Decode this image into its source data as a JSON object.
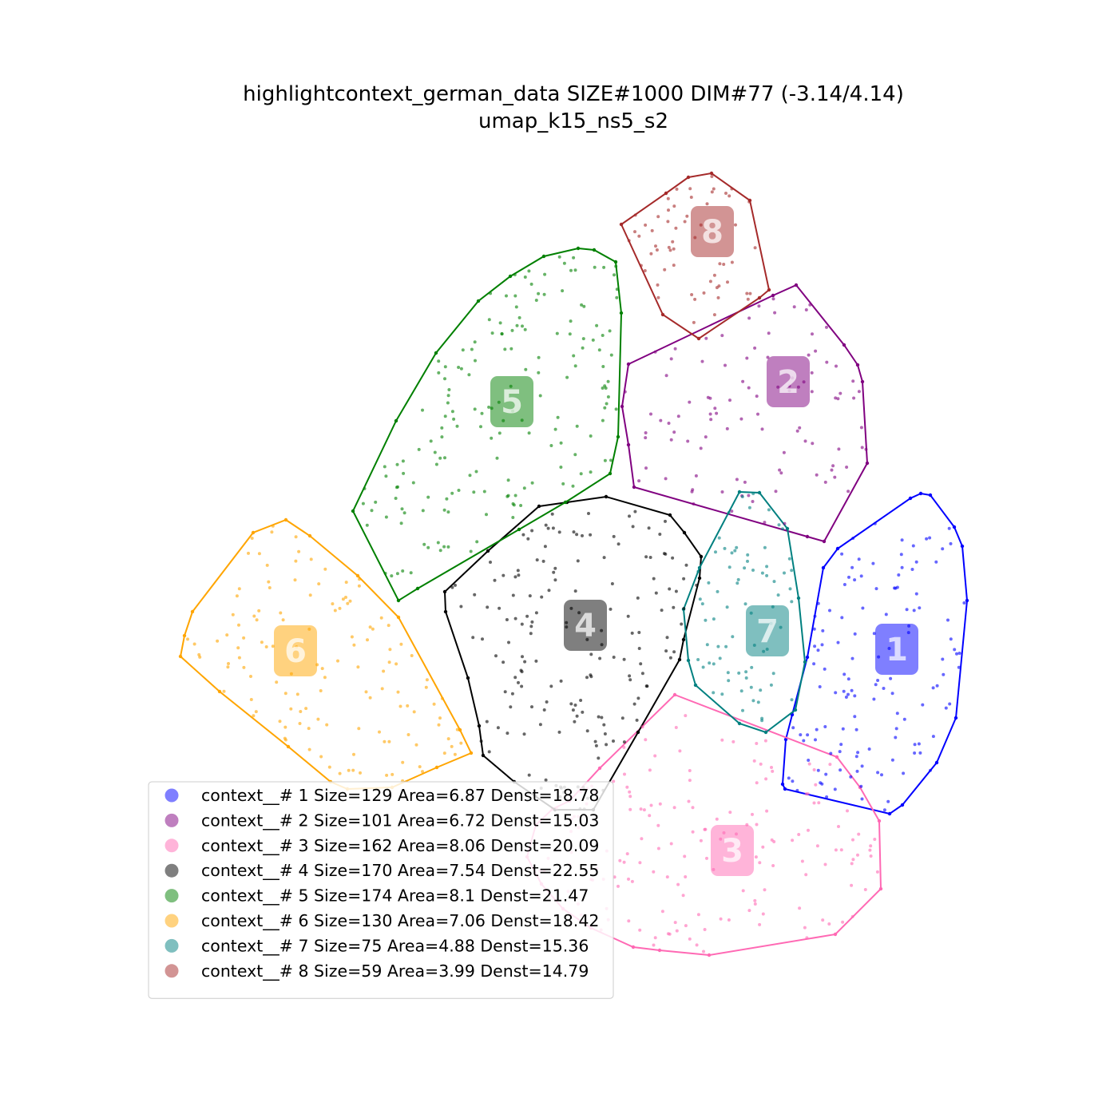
{
  "title": {
    "line1": "highlightcontext_german_data SIZE#1000 DIM#77 (-3.14/4.14)",
    "line2": "umap_k15_ns5_s2"
  },
  "chart_data": {
    "type": "scatter",
    "axes_visible": false,
    "grid": false,
    "legend_position": "lower-left",
    "clusters": [
      {
        "id": 1,
        "label": "1",
        "color": "#0000ff",
        "legend": "context__# 1 Size=129 Area=6.87 Denst=18.78",
        "size": 129,
        "area": 6.87,
        "density": 18.78
      },
      {
        "id": 2,
        "label": "2",
        "color": "#800080",
        "legend": "context__# 2 Size=101 Area=6.72 Denst=15.03",
        "size": 101,
        "area": 6.72,
        "density": 15.03
      },
      {
        "id": 3,
        "label": "3",
        "color": "#ff69b4",
        "legend": "context__# 3 Size=162 Area=8.06 Denst=20.09",
        "size": 162,
        "area": 8.06,
        "density": 20.09
      },
      {
        "id": 4,
        "label": "4",
        "color": "#000000",
        "legend": "context__# 4 Size=170 Area=7.54 Denst=22.55",
        "size": 170,
        "area": 7.54,
        "density": 22.55
      },
      {
        "id": 5,
        "label": "5",
        "color": "#008000",
        "legend": "context__# 5 Size=174 Area=8.1 Denst=21.47",
        "size": 174,
        "area": 8.1,
        "density": 21.47
      },
      {
        "id": 6,
        "label": "6",
        "color": "#ffa500",
        "legend": "context__# 6 Size=130 Area=7.06 Denst=18.42",
        "size": 130,
        "area": 7.06,
        "density": 18.42
      },
      {
        "id": 7,
        "label": "7",
        "color": "#008080",
        "legend": "context__# 7 Size=75 Area=4.88 Denst=15.36",
        "size": 75,
        "area": 4.88,
        "density": 15.36
      },
      {
        "id": 8,
        "label": "8",
        "color": "#a52a2a",
        "legend": "context__# 8 Size=59 Area=3.99 Denst=14.79",
        "size": 59,
        "area": 3.99,
        "density": 14.79
      }
    ]
  }
}
